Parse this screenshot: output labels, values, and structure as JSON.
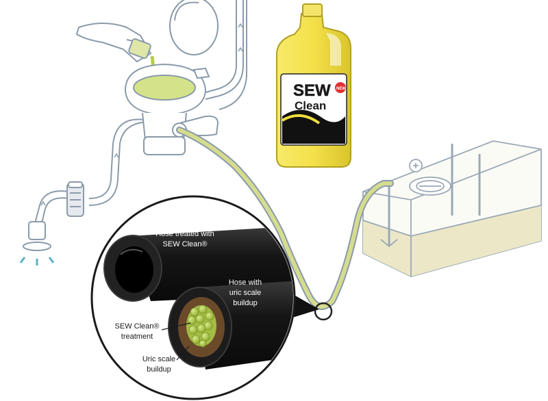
{
  "colors": {
    "line": "#8a9aaa",
    "hose": "#c8cf7a",
    "fluid": "#b9cc47",
    "tank_fill": "#efeccd",
    "bottle": "#f0df3d",
    "dark_hose": "#1c1c1c",
    "scale": "#6b4a2a",
    "bubble": "#a9c542"
  },
  "product": {
    "brand_line1": "SEW",
    "brand_line2": "Clean",
    "badge": "NEW"
  },
  "callouts": {
    "treated_hose_line1": "Hose treated with",
    "treated_hose_line2": "SEW Clean®",
    "scaled_hose_line1": "Hose with",
    "scaled_hose_line2": "uric scale",
    "scaled_hose_line3": "buildup",
    "treatment_line1": "SEW Clean®",
    "treatment_line2": "treatment",
    "uric_line1": "Uric scale",
    "uric_line2": "buildup"
  },
  "icons": [
    "pouring-hand-icon",
    "toilet-icon",
    "bottle-icon",
    "holding-tank-icon",
    "pump-icon",
    "thru-hull-icon",
    "magnifier-icon"
  ]
}
